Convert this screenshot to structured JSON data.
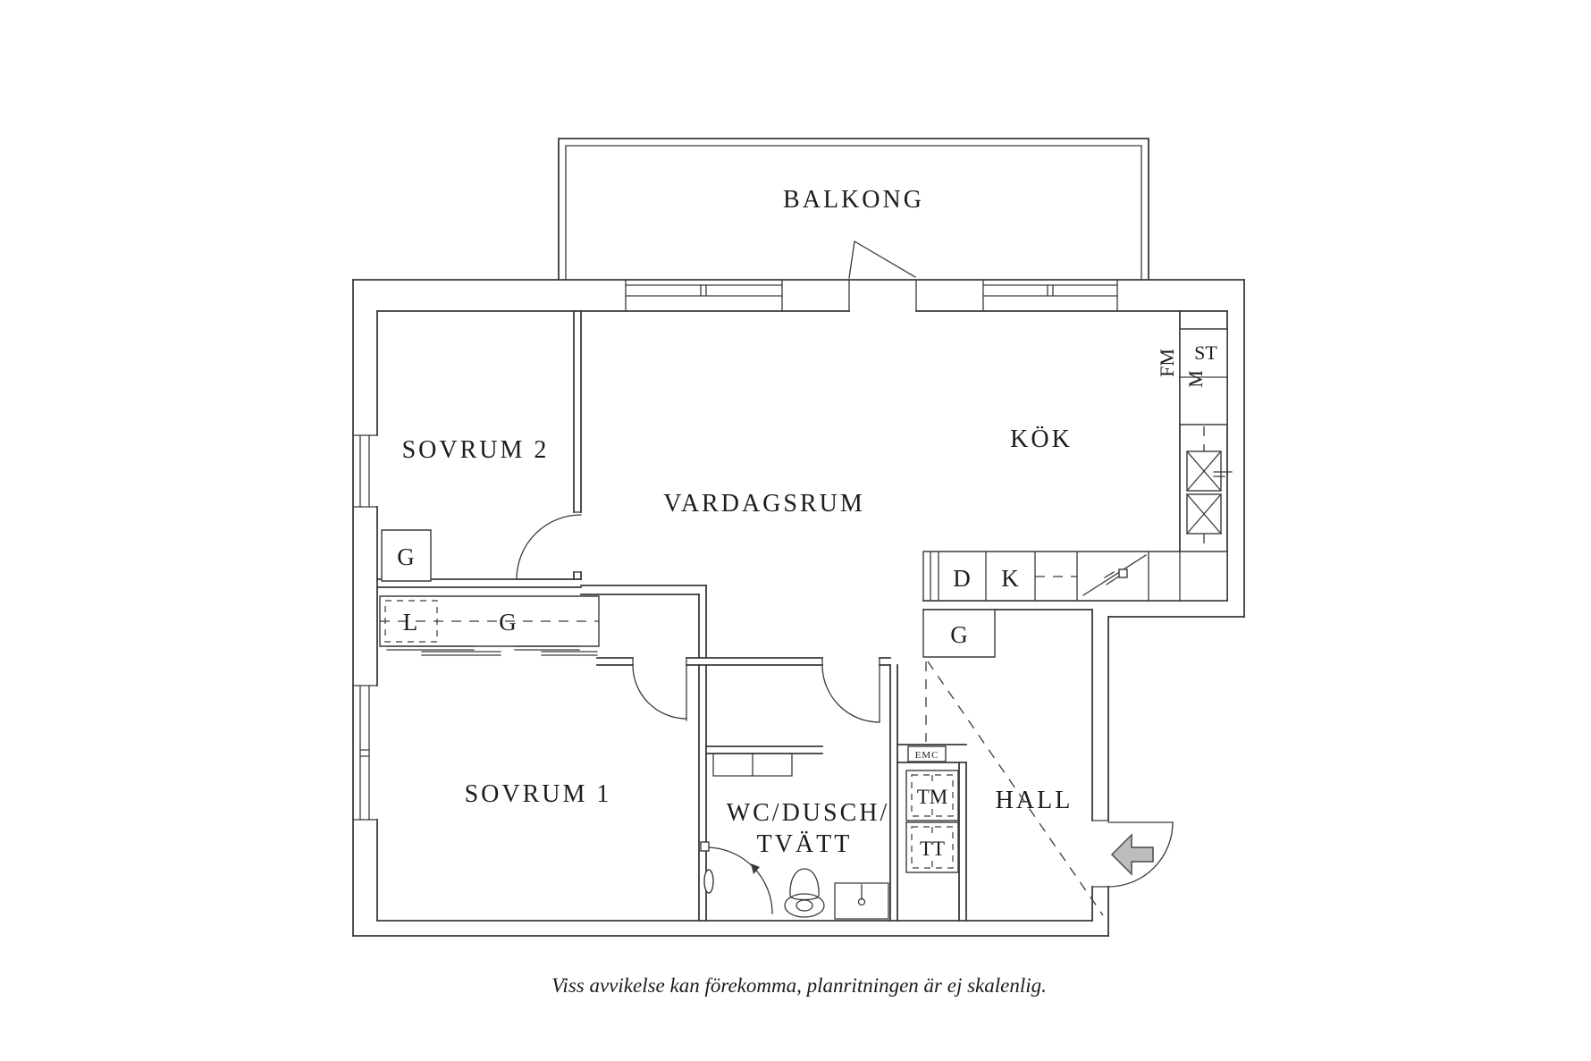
{
  "page": {
    "background": "#ffffff"
  },
  "colors": {
    "line": "#3a3a3a",
    "text": "#1c1c1c",
    "arrow_fill": "#bdbdbd"
  },
  "caption": "Viss avvikelse kan förekomma, planritningen är ej skalenlig.",
  "labels": {
    "balkong": "BALKONG",
    "sovrum2": "SOVRUM 2",
    "vardagsrum": "VARDAGSRUM",
    "kok": "KÖK",
    "sovrum1": "SOVRUM 1",
    "wc_line1": "WC/DUSCH/",
    "wc_line2": "TVÄTT",
    "hall": "HALL",
    "garderob": "G",
    "linne": "L",
    "diskmaskin": "D",
    "kyl": "K",
    "stad": "ST",
    "flakt_micro": "FM",
    "micro": "M",
    "tvattmaskin": "TM",
    "torktumlare": "TT",
    "emc": "EMC"
  }
}
